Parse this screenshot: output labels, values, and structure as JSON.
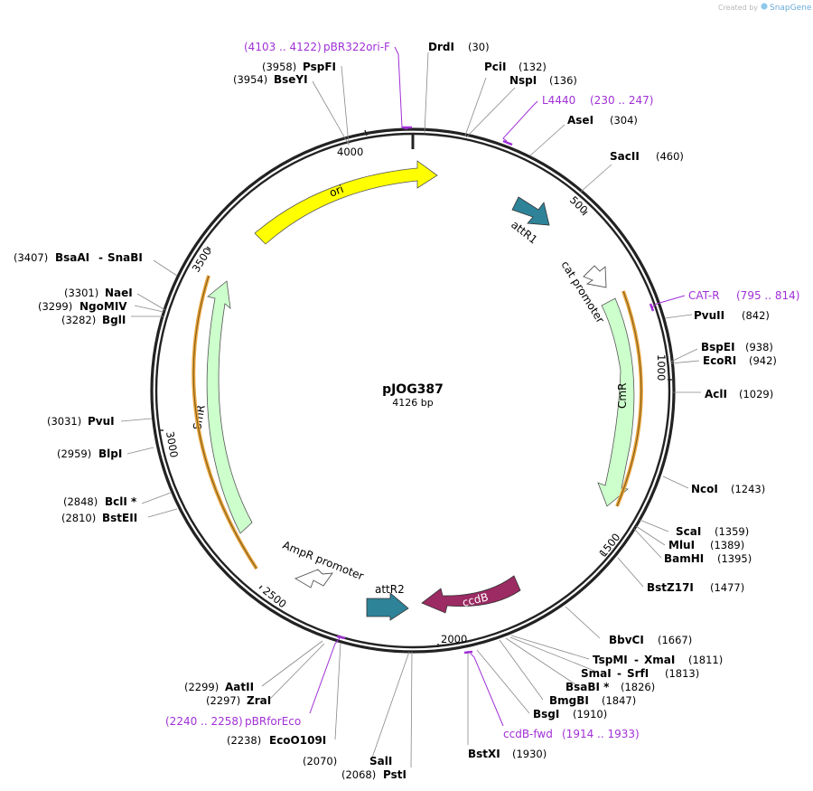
{
  "credit": {
    "prefix": "Created by",
    "brand": "SnapGene"
  },
  "plasmid": {
    "name": "pJOG387",
    "size": "4126 bp"
  },
  "ticks": [
    "4000",
    "500",
    "1000",
    "1500",
    "2000",
    "2500",
    "3000",
    "3500"
  ],
  "features": {
    "ori": "ori",
    "attR1": "attR1",
    "cat_promoter": "cat promoter",
    "CmR": "CmR",
    "ccdB": "ccdB",
    "attR2": "attR2",
    "AmpR_promoter": "AmpR promoter",
    "SmR": "SmR"
  },
  "sites": [
    {
      "name": "DrdI",
      "pos": "(30)"
    },
    {
      "name": "PciI",
      "pos": "(132)"
    },
    {
      "name": "NspI",
      "pos": "(136)"
    },
    {
      "name": "AseI",
      "pos": "(304)"
    },
    {
      "name": "SacII",
      "pos": "(460)"
    },
    {
      "name": "PvuII",
      "pos": "(842)"
    },
    {
      "name": "BspEI",
      "pos": "(938)"
    },
    {
      "name": "EcoRI",
      "pos": "(942)"
    },
    {
      "name": "AclI",
      "pos": "(1029)"
    },
    {
      "name": "NcoI",
      "pos": "(1243)"
    },
    {
      "name": "ScaI",
      "pos": "(1359)"
    },
    {
      "name": "MluI",
      "pos": "(1389)"
    },
    {
      "name": "BamHI",
      "pos": "(1395)"
    },
    {
      "name": "BstZ17I",
      "pos": "(1477)"
    },
    {
      "name": "BbvCI",
      "pos": "(1667)"
    },
    {
      "name": "TspMI",
      "name2": "XmaI",
      "pos": "(1811)"
    },
    {
      "name": "SmaI",
      "name2": "SrfI",
      "pos": "(1813)"
    },
    {
      "name": "BsaBI *",
      "pos": "(1826)"
    },
    {
      "name": "BmgBI",
      "pos": "(1847)"
    },
    {
      "name": "BsgI",
      "pos": "(1910)"
    },
    {
      "name": "BstXI",
      "pos": "(1930)"
    },
    {
      "name": "PstI",
      "pos": "(2068)"
    },
    {
      "name": "SalI",
      "pos": "(2070)"
    },
    {
      "name": "EcoO109I",
      "pos": "(2238)"
    },
    {
      "name": "ZraI",
      "pos": "(2297)"
    },
    {
      "name": "AatII",
      "pos": "(2299)"
    },
    {
      "name": "BstEII",
      "pos": "(2810)"
    },
    {
      "name": "BclI *",
      "pos": "(2848)"
    },
    {
      "name": "BlpI",
      "pos": "(2959)"
    },
    {
      "name": "PvuI",
      "pos": "(3031)"
    },
    {
      "name": "BglI",
      "pos": "(3282)"
    },
    {
      "name": "NgoMIV",
      "pos": "(3299)"
    },
    {
      "name": "NaeI",
      "pos": "(3301)"
    },
    {
      "name": "BsaAI",
      "name2": "SnaBI",
      "pos": "(3407)"
    },
    {
      "name": "BseYI",
      "pos": "(3954)"
    },
    {
      "name": "PspFI",
      "pos": "(3958)"
    }
  ],
  "primers": [
    {
      "name": "pBR322ori-F",
      "range": "(4103 .. 4122)"
    },
    {
      "name": "L4440",
      "range": "(230 .. 247)"
    },
    {
      "name": "CAT-R",
      "range": "(795 .. 814)"
    },
    {
      "name": "ccdB-fwd",
      "range": "(1914 .. 1933)"
    },
    {
      "name": "pBRforEco",
      "range": "(2240 .. 2258)"
    }
  ],
  "colors": {
    "ori": "#ffff00",
    "attR": "#2e8399",
    "ccdB": "#9c2a63",
    "marker": "#ccffcc",
    "orf": "#e8a33b",
    "primer": "#a030d6",
    "backbone": "#222222"
  }
}
